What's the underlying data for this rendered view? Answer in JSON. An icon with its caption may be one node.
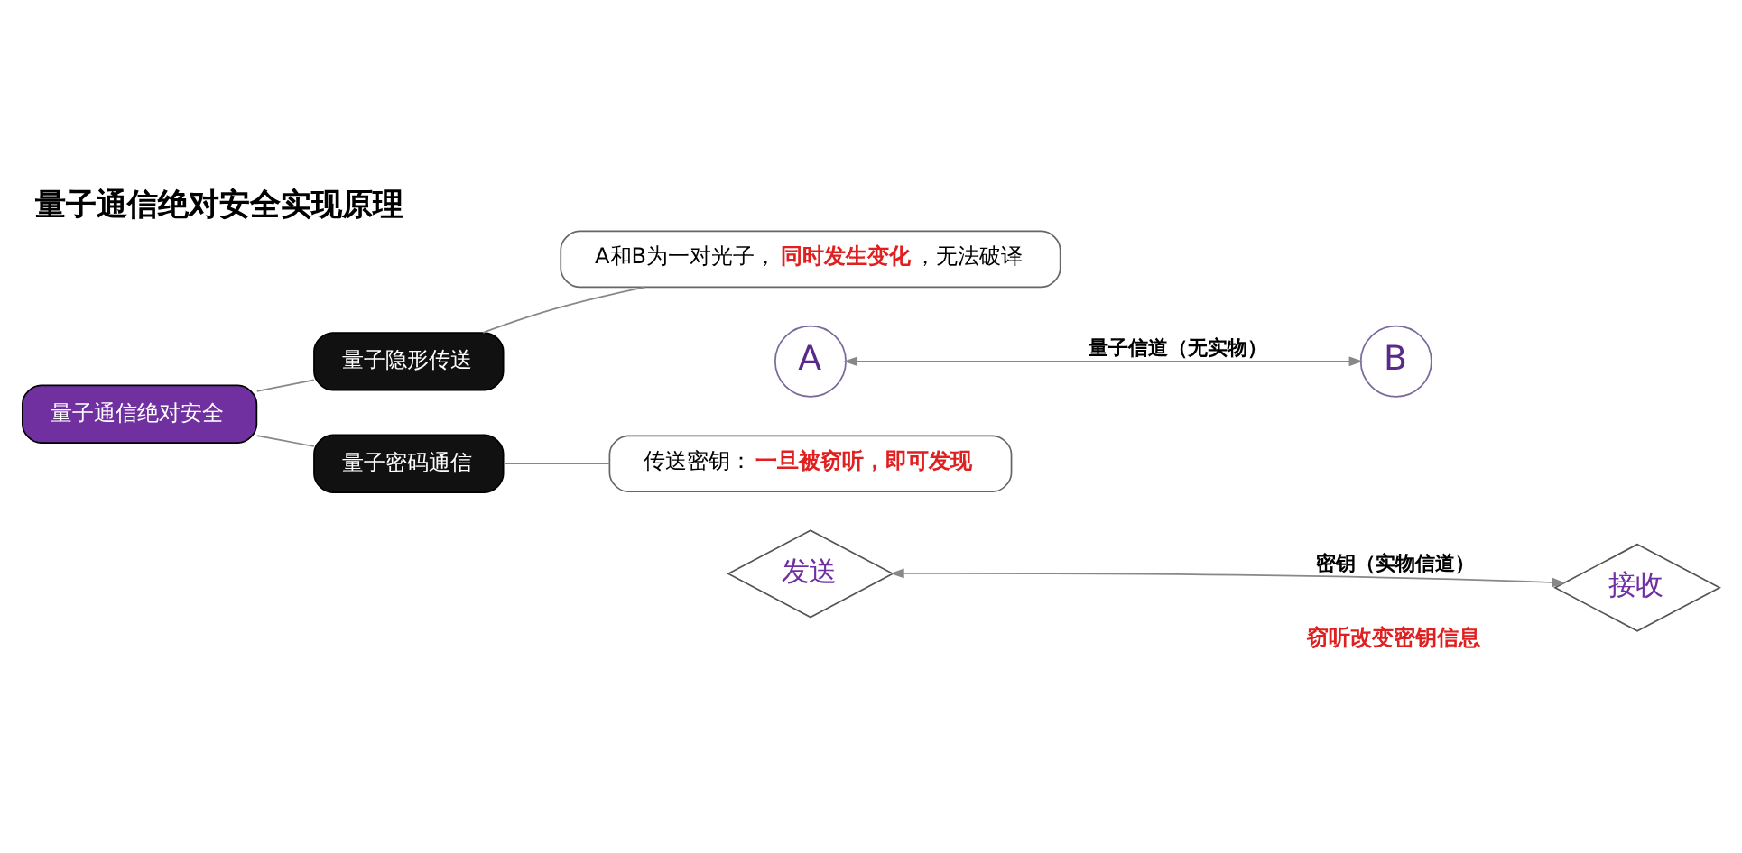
{
  "diagram": {
    "title": "量子通信绝对安全实现原理",
    "nodes": [
      {
        "text": [
          "量子通信绝对安全"
        ]
      },
      {
        "text": [
          "量子隐形传送"
        ]
      },
      {
        "text": [
          "量子密码通信"
        ]
      },
      {
        "text": [
          "A和B为一对光子，**同时发生变化**，无法破译"
        ]
      },
      {
        "text": [
          "A"
        ]
      },
      {
        "text": [
          "B"
        ]
      },
      {
        "text": [
          "传送密钥：**一旦被窃听，即可发现**"
        ]
      },
      {
        "text": [
          "发送"
        ]
      },
      {
        "text": [
          "接收"
        ]
      }
    ],
    "edges": [
      {
        "from": 0,
        "to": 1,
        "arrow": "none"
      },
      {
        "from": 0,
        "to": 2,
        "arrow": "none"
      },
      {
        "from": 1,
        "to": 3,
        "arrow": "none"
      },
      {
        "from": 4,
        "to": 5,
        "arrow": "both",
        "label": "量子信道（无实物）"
      },
      {
        "from": 2,
        "to": 6,
        "arrow": "none"
      },
      {
        "from": 7,
        "to": 8,
        "arrow": "both",
        "label": "密钥（实物信道）"
      }
    ],
    "labels": [
      "窃听改变密钥信息"
    ]
  }
}
